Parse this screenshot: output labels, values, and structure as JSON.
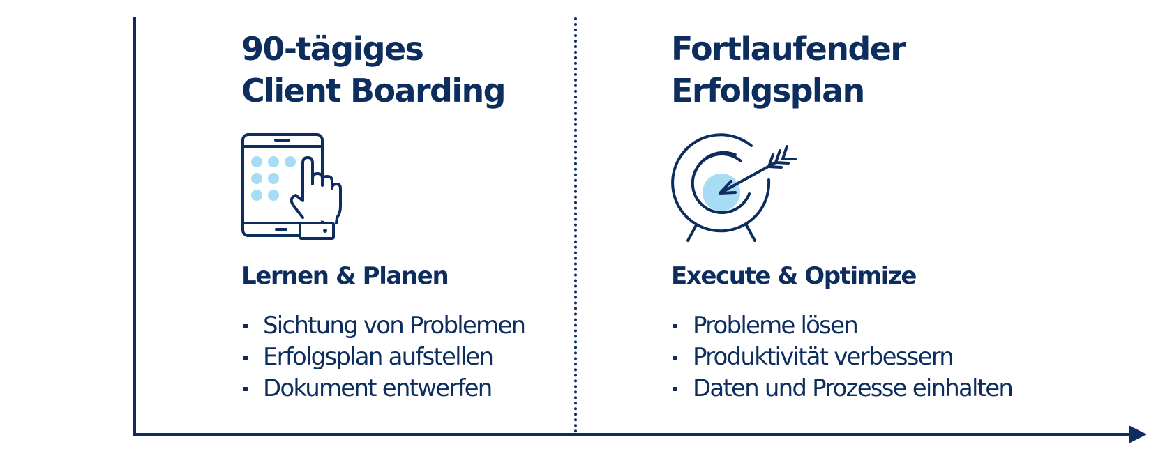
{
  "colors": {
    "primary": "#0d2d5e",
    "accent": "#a8dcf5"
  },
  "left": {
    "title_line1": "90-tägiges",
    "title_line2": "Client Boarding",
    "icon": "tablet-touch-icon",
    "subtitle": "Lernen & Planen",
    "bullets": [
      "Sichtung von Problemen",
      "Erfolgsplan aufstellen",
      "Dokument entwerfen"
    ]
  },
  "right": {
    "title_line1": "Fortlaufender",
    "title_line2": "Erfolgsplan",
    "icon": "target-arrow-icon",
    "subtitle": "Execute & Optimize",
    "bullets": [
      "Probleme lösen",
      "Produktivität verbessern",
      "Daten und Prozesse einhalten"
    ]
  }
}
